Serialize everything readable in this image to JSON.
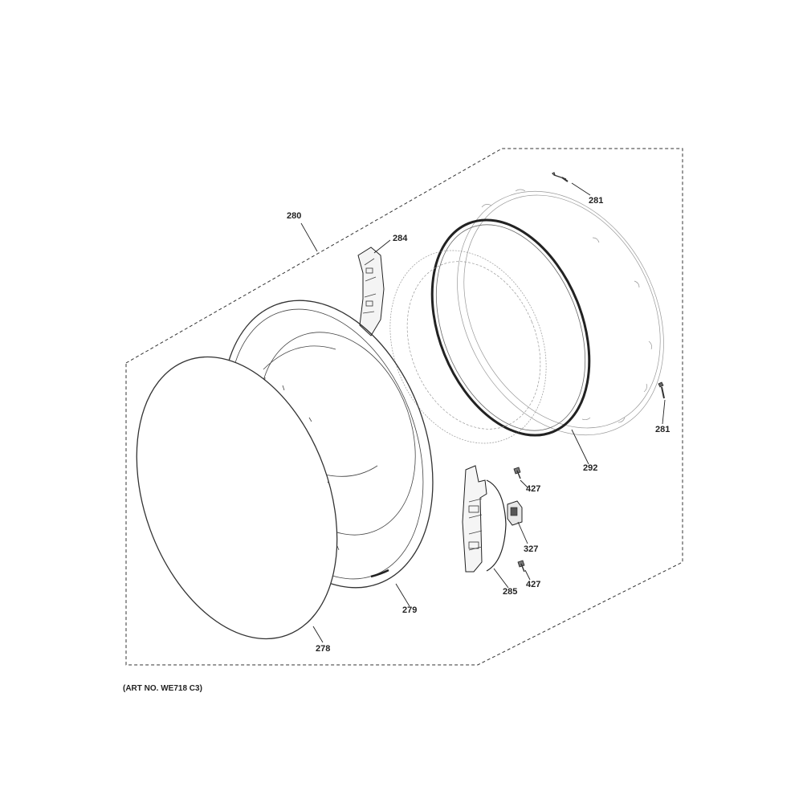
{
  "parts": {
    "p278": "278",
    "p279": "279",
    "p280": "280",
    "p281a": "281",
    "p281b": "281",
    "p284": "284",
    "p285": "285",
    "p292": "292",
    "p327": "327",
    "p427a": "427",
    "p427b": "427"
  },
  "art_number": "(ART NO. WE718 C3)"
}
